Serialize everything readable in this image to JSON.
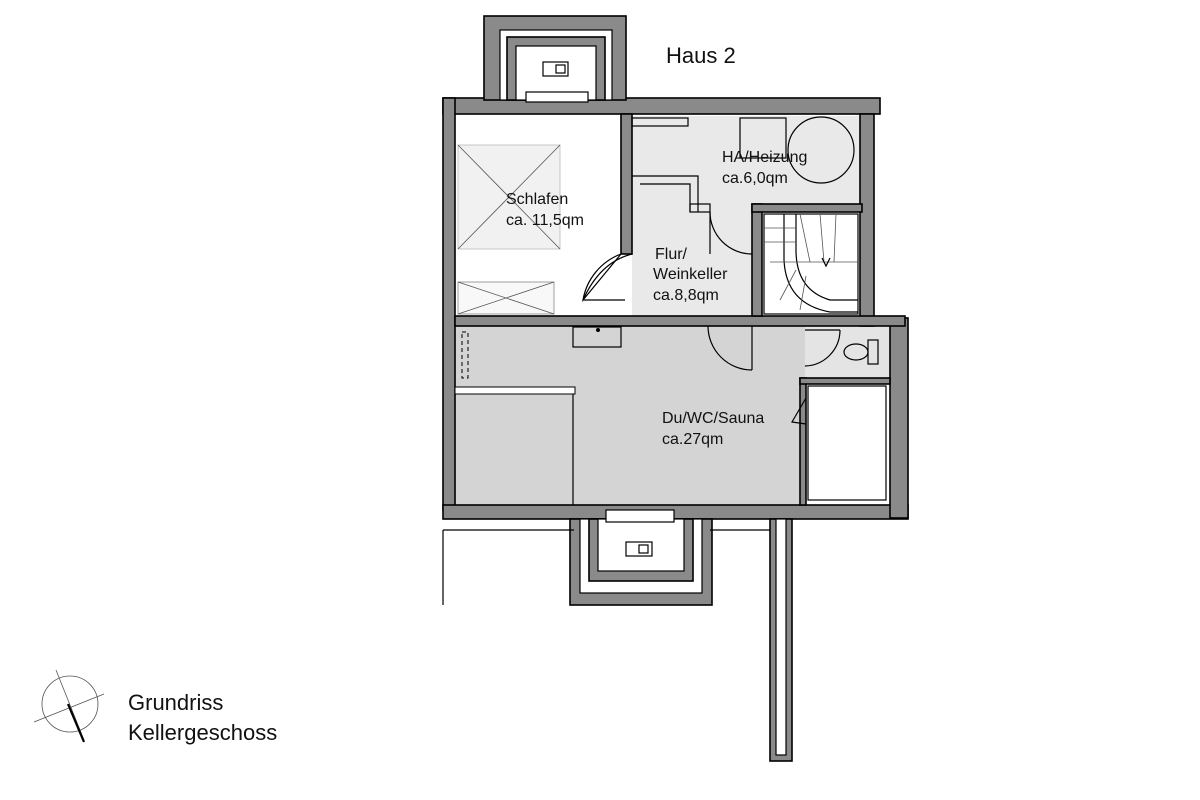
{
  "plan": {
    "house_label": "Haus 2",
    "caption_line1": "Grundriss",
    "caption_line2": "Kellergeschoss",
    "colors": {
      "wall_hatch": "#8a8a8a",
      "floor_grey": "#d4d4d4",
      "floor_light": "#e9e9e9",
      "line": "#000000"
    },
    "icons": [
      "north-arrow-icon",
      "door-swing-icon",
      "stair-icon",
      "toilet-icon",
      "sink-icon"
    ],
    "rooms": {
      "schlafen": {
        "name": "Schlafen",
        "area": "ca. 11,5qm"
      },
      "heizung": {
        "name": "HA/Heizung",
        "area": "ca.6,0qm"
      },
      "flur": {
        "name_line1": "Flur/",
        "name_line2": "Weinkeller",
        "area": "ca.8,8qm"
      },
      "sauna": {
        "name": "Du/WC/Sauna",
        "area": "ca.27qm"
      }
    }
  }
}
